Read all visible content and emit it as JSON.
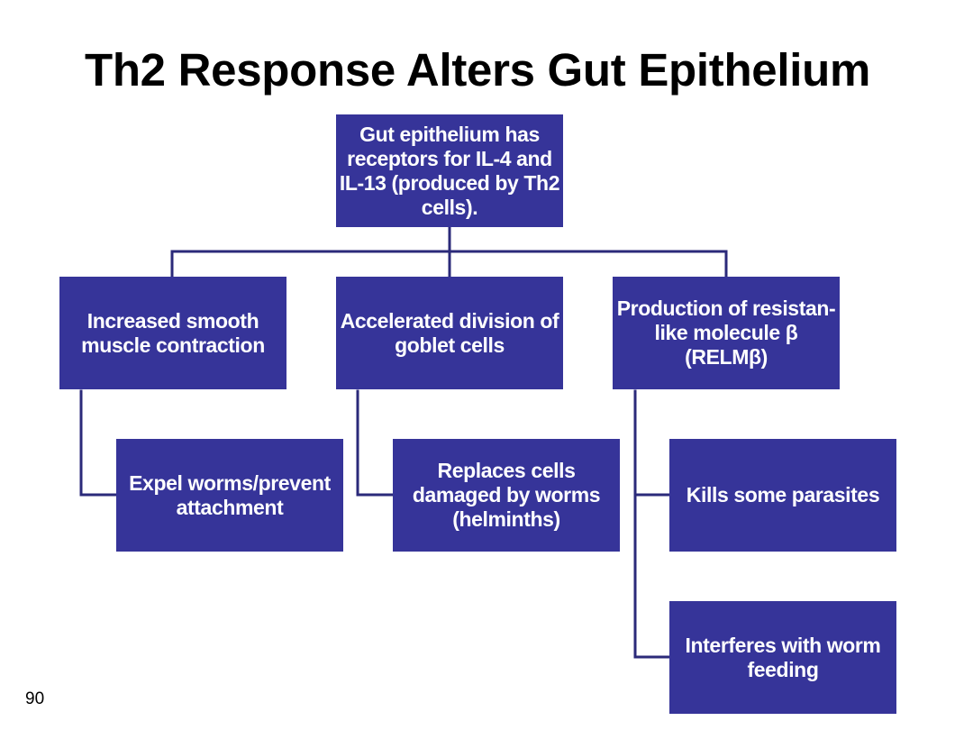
{
  "title": "Th2 Response Alters Gut Epithelium",
  "page_number": "90",
  "colors": {
    "box_fill": "#363499",
    "box_text": "#ffffff",
    "connector": "#2b2a7a"
  },
  "root": {
    "text": "Gut epithelium has receptors for IL-4 and IL-13 (produced by Th2 cells)."
  },
  "branches": [
    {
      "text": "Increased smooth muscle contraction",
      "outcomes": [
        "Expel worms/prevent attachment"
      ]
    },
    {
      "text": "Accelerated division of goblet cells",
      "outcomes": [
        "Replaces cells damaged by worms (helminths)"
      ]
    },
    {
      "text": "Production of resistan-like molecule β (RELMβ)",
      "outcomes": [
        "Kills some parasites",
        "Interferes with worm feeding"
      ]
    }
  ]
}
